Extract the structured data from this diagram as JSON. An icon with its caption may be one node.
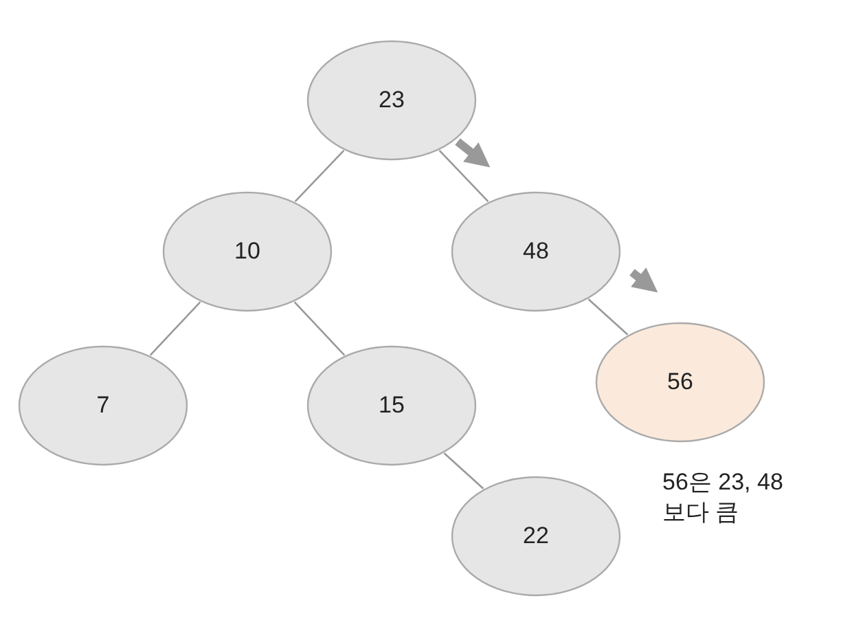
{
  "diagram": {
    "nodes": [
      {
        "text": [
          "23"
        ]
      },
      {
        "text": [
          "10"
        ]
      },
      {
        "text": [
          "48"
        ]
      },
      {
        "text": [
          "7"
        ]
      },
      {
        "text": [
          "15"
        ]
      },
      {
        "text": [
          "56"
        ],
        "beside": [
          "56은 23, 48 보다 큼"
        ]
      },
      {
        "text": [
          "22"
        ]
      }
    ],
    "edges": [
      {
        "from": 0,
        "to": 1,
        "arrow": "none"
      },
      {
        "from": 0,
        "to": 2,
        "arrow": "none"
      },
      {
        "from": 1,
        "to": 3,
        "arrow": "none"
      },
      {
        "from": 1,
        "to": 4,
        "arrow": "none"
      },
      {
        "from": 2,
        "to": 5,
        "arrow": "none"
      },
      {
        "from": 4,
        "to": 6,
        "arrow": "none"
      }
    ]
  }
}
